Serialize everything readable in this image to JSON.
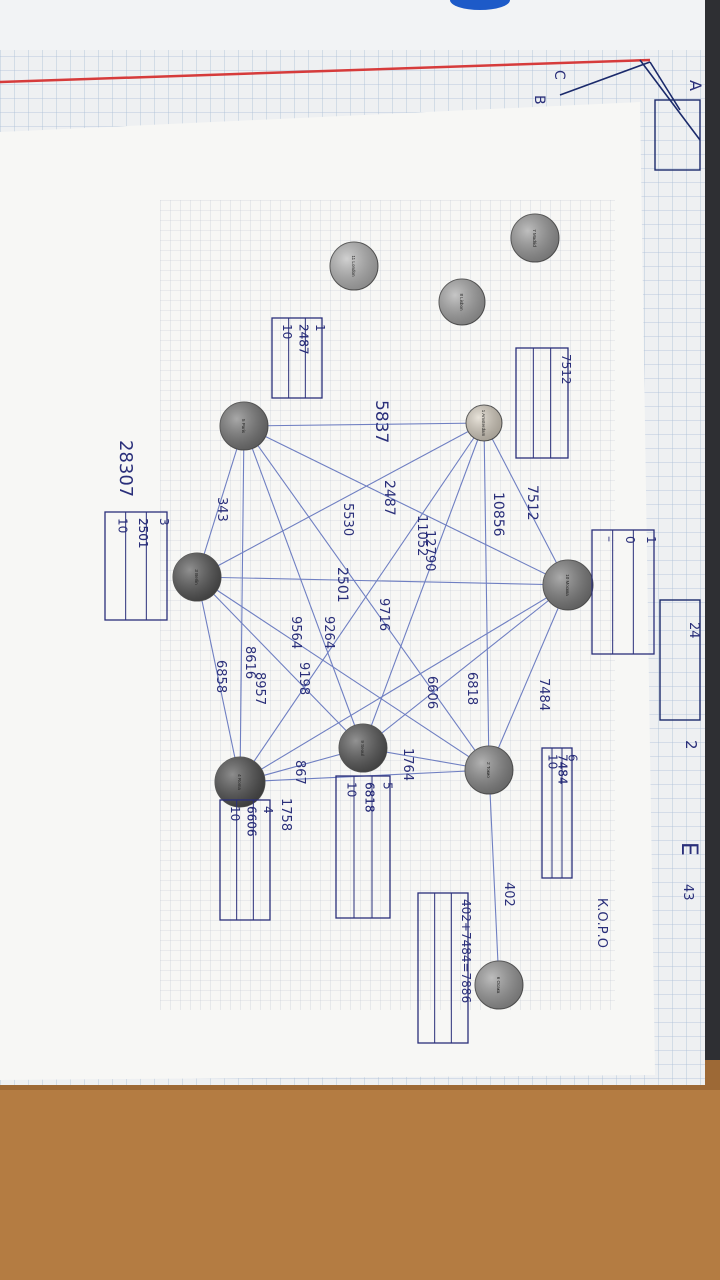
{
  "nodes": [
    {
      "id": "n10",
      "label": "10 Москва",
      "fill": "#7e7e7e"
    },
    {
      "id": "n1",
      "label": "1 Amsterdam",
      "fill": "#dcd4c6"
    },
    {
      "id": "n5",
      "label": "5 Paris",
      "fill": "#7a7a7a"
    },
    {
      "id": "n3",
      "label": "3 Berlin",
      "fill": "#555555"
    },
    {
      "id": "n4",
      "label": "4 Roma",
      "fill": "#505050"
    },
    {
      "id": "n2",
      "label": "2 Токио",
      "fill": "#8a8a8a"
    },
    {
      "id": "n9",
      "label": "9 Seoul",
      "fill": "#585858"
    },
    {
      "id": "n6",
      "label": "6 Осака",
      "fill": "#9a9a9a"
    },
    {
      "id": "n7",
      "label": "7 Madrid",
      "fill": "#9c9c9c"
    },
    {
      "id": "n8",
      "label": "8 Lisbon",
      "fill": "#a8a8a8"
    },
    {
      "id": "n11",
      "label": "11 London",
      "fill": "#b8b8b8"
    }
  ],
  "edge_weights": [
    "5837",
    "7512",
    "10856",
    "2487",
    "5530",
    "11052",
    "12790",
    "2501",
    "9716",
    "6606",
    "6818",
    "7484",
    "1764",
    "9264",
    "9564",
    "9198",
    "8616",
    "8957",
    "6858",
    "343",
    "867",
    "1758",
    "402"
  ],
  "tables": [
    {
      "id": "t75",
      "cells": [
        "7512",
        "",
        "",
        "",
        ""
      ]
    },
    {
      "id": "t1",
      "cells": [
        "1",
        "2487",
        "10",
        "2487"
      ]
    },
    {
      "id": "t3",
      "cells": [
        "3",
        "2501",
        "10",
        "2501"
      ]
    },
    {
      "id": "t10",
      "cells": [
        "1",
        "0",
        "–"
      ]
    },
    {
      "id": "t6",
      "cells": [
        "6",
        "7484",
        "10",
        "7484"
      ]
    },
    {
      "id": "t5",
      "cells": [
        "5",
        "6818",
        "10",
        "6818"
      ]
    },
    {
      "id": "t4",
      "cells": [
        "4",
        "6606",
        "10",
        "6606"
      ]
    },
    {
      "id": "tsum",
      "cells": [
        "402+7484=7886",
        "",
        ""
      ]
    }
  ],
  "notes": {
    "total": "28307",
    "corner": "К.О.Р.О"
  },
  "notebook_marks": [
    "A",
    "B",
    "C",
    "E",
    "43",
    "2",
    "24"
  ]
}
